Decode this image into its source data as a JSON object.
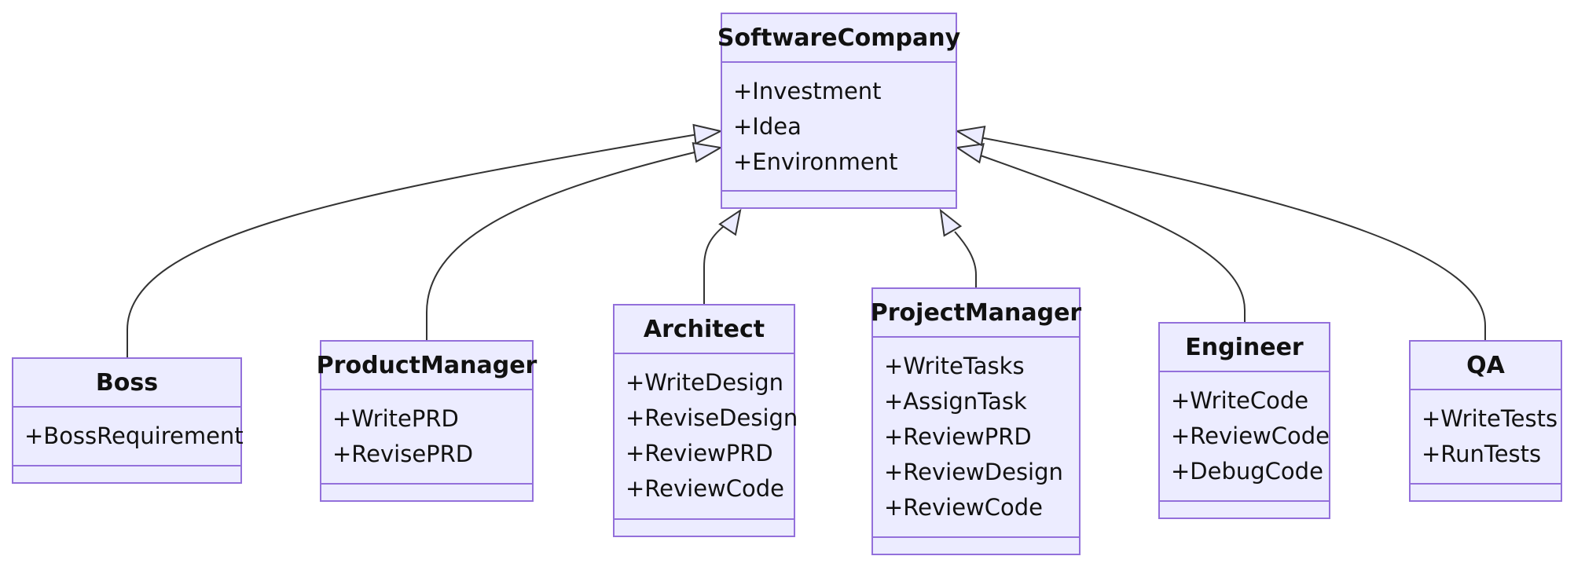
{
  "diagram": {
    "type": "uml-class",
    "colors": {
      "box_fill": "#ECECFF",
      "box_border": "#9370DB",
      "edge": "#333333",
      "arrowhead_fill": "#ECECFF",
      "text": "#111111"
    },
    "relation": "inheritance",
    "classes": [
      {
        "id": "softwarecompany",
        "name": "SoftwareCompany",
        "attributes": [
          "+Investment",
          "+Idea",
          "+Environment"
        ]
      },
      {
        "id": "boss",
        "name": "Boss",
        "attributes": [
          "+BossRequirement"
        ]
      },
      {
        "id": "productmanager",
        "name": "ProductManager",
        "attributes": [
          "+WritePRD",
          "+RevisePRD"
        ]
      },
      {
        "id": "architect",
        "name": "Architect",
        "attributes": [
          "+WriteDesign",
          "+ReviseDesign",
          "+ReviewPRD",
          "+ReviewCode"
        ]
      },
      {
        "id": "projectmanager",
        "name": "ProjectManager",
        "attributes": [
          "+WriteTasks",
          "+AssignTask",
          "+ReviewPRD",
          "+ReviewDesign",
          "+ReviewCode"
        ]
      },
      {
        "id": "engineer",
        "name": "Engineer",
        "attributes": [
          "+WriteCode",
          "+ReviewCode",
          "+DebugCode"
        ]
      },
      {
        "id": "qa",
        "name": "QA",
        "attributes": [
          "+WriteTests",
          "+RunTests"
        ]
      }
    ],
    "edges": [
      {
        "from": "boss",
        "to": "softwarecompany"
      },
      {
        "from": "productmanager",
        "to": "softwarecompany"
      },
      {
        "from": "architect",
        "to": "softwarecompany"
      },
      {
        "from": "projectmanager",
        "to": "softwarecompany"
      },
      {
        "from": "engineer",
        "to": "softwarecompany"
      },
      {
        "from": "qa",
        "to": "softwarecompany"
      }
    ]
  }
}
